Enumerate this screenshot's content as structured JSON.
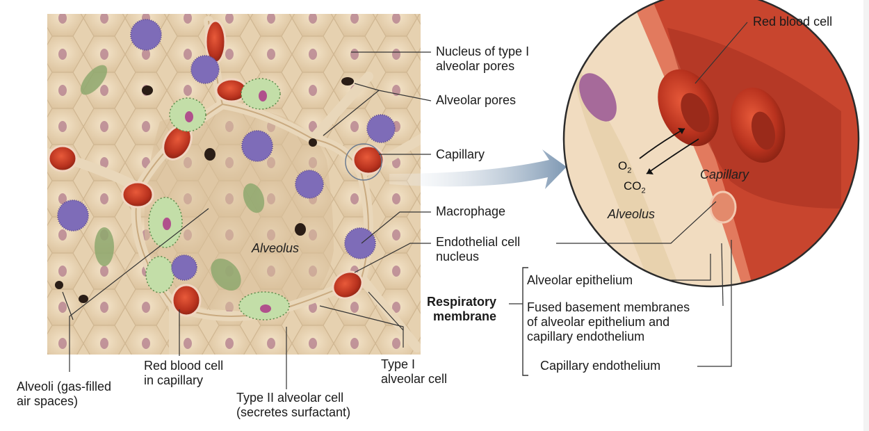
{
  "labels": {
    "nucleus_type1_line1": "Nucleus of type I",
    "nucleus_type1_line2": "alveolar pores",
    "alveolar_pores": "Alveolar pores",
    "capillary": "Capillary",
    "macrophage": "Macrophage",
    "endothelial_line1": "Endothelial cell",
    "endothelial_line2": "nucleus",
    "respiratory_line1": "Respiratory",
    "respiratory_line2": "membrane",
    "alveoli_line1": "Alveoli (gas-filled",
    "alveoli_line2": "air spaces)",
    "rbc_capillary_line1": "Red blood cell",
    "rbc_capillary_line2": "in capillary",
    "type2_line1": "Type II alveolar cell",
    "type2_line2": "(secretes surfactant)",
    "type1_line1": "Type I",
    "type1_line2": "alveolar cell",
    "red_blood_cell": "Red blood cell",
    "alveolar_epithelium": "Alveolar epithelium",
    "fused_line1": "Fused basement membranes",
    "fused_line2": "of alveolar epithelium and",
    "fused_line3": "capillary endothelium",
    "capillary_endothelium": "Capillary endothelium",
    "alveolus_main": "Alveolus",
    "alveolus_inset": "Alveolus",
    "capillary_inset": "Capillary",
    "o2_base": "O",
    "o2_sub": "2",
    "co2_base": "CO",
    "co2_sub": "2"
  },
  "colors": {
    "tissue_bg": "#e8d4b4",
    "cell_outline": "#cdb592",
    "nucleus": "#b07a8a",
    "capillary_red": "#c8402c",
    "macrophage_purple": "#7a66b0",
    "type2_green": "#b8d8a0",
    "arrow_blue": "#8aa3bd",
    "inset_bg": "#f1dcc0"
  }
}
